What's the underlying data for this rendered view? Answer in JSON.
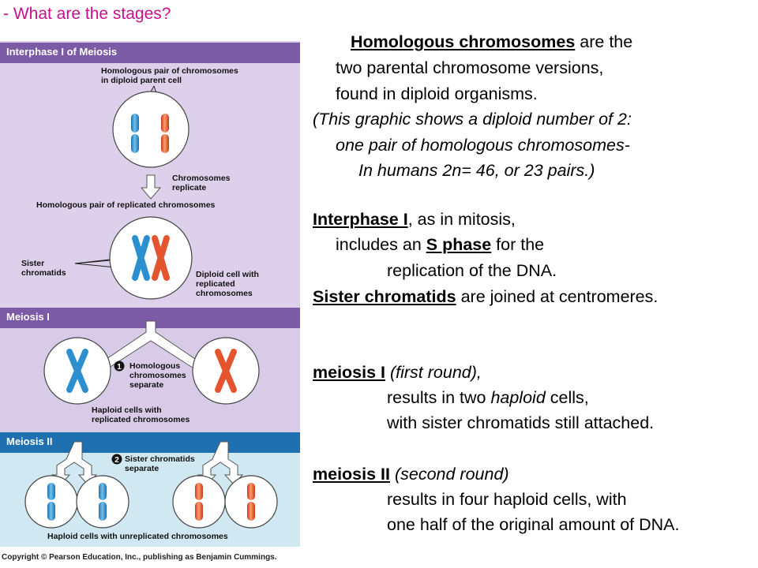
{
  "question": "- What are the stages?",
  "figure": {
    "bands": {
      "interphase": "Interphase I of Meiosis",
      "meiosis1": "Meiosis I",
      "meiosis2": "Meiosis II"
    },
    "labels": {
      "homologous_pair_diploid": "Homologous pair of chromosomes\nin diploid parent cell",
      "chromosomes_replicate": "Chromosomes\nreplicate",
      "homologous_pair_replicated": "Homologous pair of replicated chromosomes",
      "sister_chromatids": "Sister\nchromatids",
      "diploid_cell_replicated": "Diploid cell with\nreplicated\nchromosomes",
      "step1_number": "1",
      "homologous_separate": "Homologous\nchromosomes\nseparate",
      "haploid_replicated": "Haploid cells with\nreplicated chromosomes",
      "step2_number": "2",
      "sister_separate": "Sister chromatids\nseparate",
      "haploid_unreplicated": "Haploid cells with unreplicated chromosomes"
    },
    "credit": "Copyright © Pearson Education, Inc., publishing as Benjamin Cummings.",
    "colors": {
      "band_header": "#7b5aa6",
      "interphase_bg": "#dcd0ea",
      "meiosis1_bg": "#d7cbe7",
      "meiosis2_header": "#1f70b0",
      "meiosis2_bg": "#cfe8f2",
      "blue_chromosome": "#2b8fd0",
      "red_chromosome": "#e4552f"
    }
  },
  "text": {
    "p1_l1_term": "Homologous chromosomes",
    "p1_l1_rest": " are the",
    "p1_l2": "two parental chromosome versions,",
    "p1_l3": "found in diploid organisms.",
    "p1_l4": "(This graphic shows a diploid number of 2:",
    "p1_l5": "one pair of homologous chromosomes-",
    "p1_l6": "In humans 2n= 46, or 23 pairs.)",
    "p2_l1_term": "Interphase I",
    "p2_l1_rest": ", as in mitosis,",
    "p2_l2_pre": "includes an ",
    "p2_l2_term": "S phase",
    "p2_l2_rest": " for the",
    "p2_l3": "replication of the DNA.",
    "p2_l4_term": "Sister chromatids",
    "p2_l4_rest": " are joined at centromeres.",
    "p3_l1_term": "meiosis I",
    "p3_l1_rest": " (first round),",
    "p3_l2_pre": "results in two ",
    "p3_l2_em": "haploid",
    "p3_l2_rest": " cells,",
    "p3_l3": "with sister chromatids still attached.",
    "p4_l1_term": "meiosis II",
    "p4_l1_rest": " (second round)",
    "p4_l2": "results in four haploid cells, with",
    "p4_l3": "one half of the original amount of DNA."
  }
}
